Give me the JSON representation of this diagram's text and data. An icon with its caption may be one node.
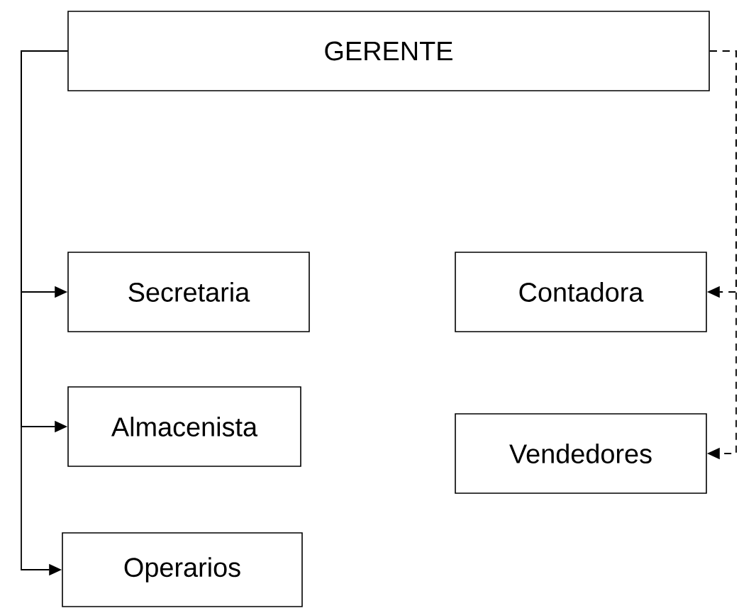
{
  "diagram": {
    "nodes": [
      {
        "text": [
          "GERENTE"
        ]
      },
      {
        "text": [
          "Secretaria"
        ]
      },
      {
        "text": [
          "Almacenista"
        ]
      },
      {
        "text": [
          "Operarios"
        ]
      },
      {
        "text": [
          "Contadora"
        ]
      },
      {
        "text": [
          "Vendedores"
        ]
      }
    ],
    "edges": [
      {
        "from": 0,
        "to": 1,
        "arrow": "to"
      },
      {
        "from": 0,
        "to": 2,
        "arrow": "to"
      },
      {
        "from": 0,
        "to": 3,
        "arrow": "to"
      },
      {
        "from": 0,
        "to": 4,
        "arrow": "to",
        "style": "dashed"
      },
      {
        "from": 0,
        "to": 5,
        "arrow": "to",
        "style": "dashed"
      }
    ]
  }
}
